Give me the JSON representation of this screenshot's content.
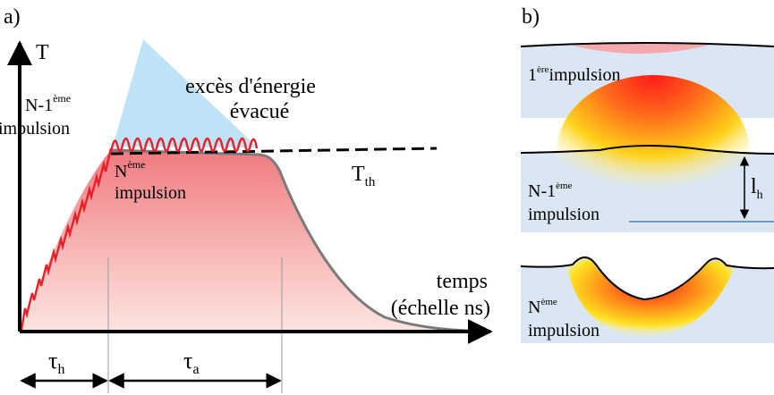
{
  "panel_a": {
    "label": "a)",
    "y_axis": "T",
    "x_axis": [
      "temps",
      "(échelle ns)"
    ],
    "excess": [
      "excès d'énergie",
      "évacué"
    ],
    "prev_pulse": {
      "prefix": "N-1",
      "sup": "ème",
      "word": "impulsion"
    },
    "nth_pulse": {
      "prefix": "N",
      "sup": "ème",
      "word": "impulsion"
    },
    "threshold": {
      "main": "T",
      "sub": "th"
    },
    "tau_h": {
      "main": "τ",
      "sub": "h"
    },
    "tau_a": {
      "main": "τ",
      "sub": "a"
    }
  },
  "panel_b": {
    "label": "b)",
    "first": {
      "prefix": "1",
      "sup": "ère",
      "word": "impulsion"
    },
    "second": {
      "prefix": "N-1",
      "sup": "ème",
      "word": "impulsion"
    },
    "third": {
      "prefix": "N",
      "sup": "ème",
      "word": "impulsion"
    },
    "depth": {
      "main": "l",
      "sub": "h"
    }
  },
  "colors": {
    "heat_red": "#e8202a",
    "sample_blue": "#dae6f3",
    "excess_blue": "#bfe3f6",
    "curve_gray": "#7a7a7a"
  }
}
